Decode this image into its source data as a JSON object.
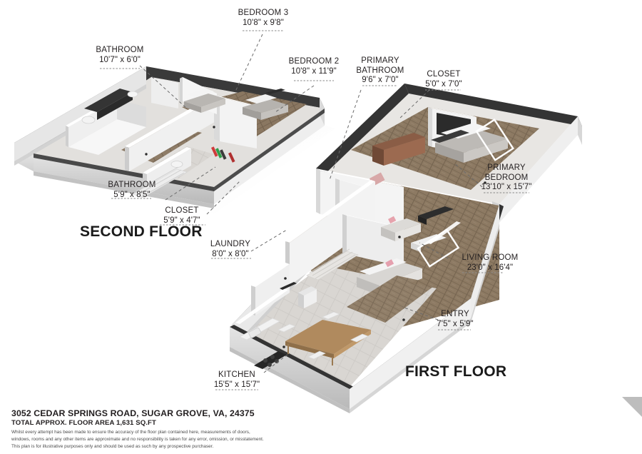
{
  "document": {
    "type": "real-estate-floor-plan",
    "background_color": "#ffffff"
  },
  "floors": [
    {
      "id": "second",
      "title": "SECOND FLOOR"
    },
    {
      "id": "first",
      "title": "FIRST FLOOR"
    }
  ],
  "rooms": [
    {
      "id": "bedroom3",
      "name": "BEDROOM 3",
      "dims": "10'8\" x 9'8\""
    },
    {
      "id": "bathroom-hall",
      "name": "BATHROOM",
      "dims": "10'7\" x 6'0\""
    },
    {
      "id": "bedroom2",
      "name": "BEDROOM 2",
      "dims": "10'8\" x 11'9\""
    },
    {
      "id": "primary-bathroom",
      "name": "PRIMARY\nBATHROOM",
      "name_line1": "PRIMARY",
      "name_line2": "BATHROOM",
      "dims": "9'6\" x 7'0\""
    },
    {
      "id": "closet-primary",
      "name": "CLOSET",
      "dims": "5'0\" x 7'0\""
    },
    {
      "id": "primary-bedroom",
      "name_line1": "PRIMARY",
      "name_line2": "BEDROOM",
      "name": "PRIMARY BEDROOM",
      "dims": "13'10\" x 15'7\""
    },
    {
      "id": "bathroom-second",
      "name": "BATHROOM",
      "dims": "5'9\" x 8'5\""
    },
    {
      "id": "closet-hall",
      "name": "CLOSET",
      "dims": "5'9\" x 4'7\""
    },
    {
      "id": "laundry",
      "name": "LAUNDRY",
      "dims": "8'0\" x 8'0\""
    },
    {
      "id": "living-room",
      "name": "LIVING ROOM",
      "dims": "23'0\" x 16'4\""
    },
    {
      "id": "entry",
      "name": "ENTRY",
      "dims": "7'5\" x 5'9\""
    },
    {
      "id": "kitchen",
      "name": "KITCHEN",
      "dims": "15'5\" x 15'7\""
    }
  ],
  "footer": {
    "address": "3052 CEDAR SPRINGS ROAD, SUGAR GROVE, VA, 24375",
    "area": "TOTAL APPROX. FLOOR AREA 1,631 SQ.FT",
    "disclaimer_lines": [
      "Whilst every attempt has been made to ensure the accuracy of the floor plan contained here, measurements of doors,",
      "windows, rooms and any other items are approximate and no responsibility is taken for any error, omission, or misstatement.",
      "This plan is for illustrative purposes only and should be used as such by any prospective purchaser."
    ]
  },
  "palette": {
    "wall_top": "#ffffff",
    "wall_side_light": "#e9e9e9",
    "wall_side_mid": "#d5d5d5",
    "wall_side_dark": "#bcbcbc",
    "wall_outline_dark": "#2b2b2b",
    "floor_wood": "#8d7a63",
    "floor_wood_dark": "#6f5f4c",
    "floor_tile": "#d8d5d1",
    "floor_carpet": "#cfcac4",
    "text": "#231f20",
    "leader_line": "#5a5a5a"
  }
}
